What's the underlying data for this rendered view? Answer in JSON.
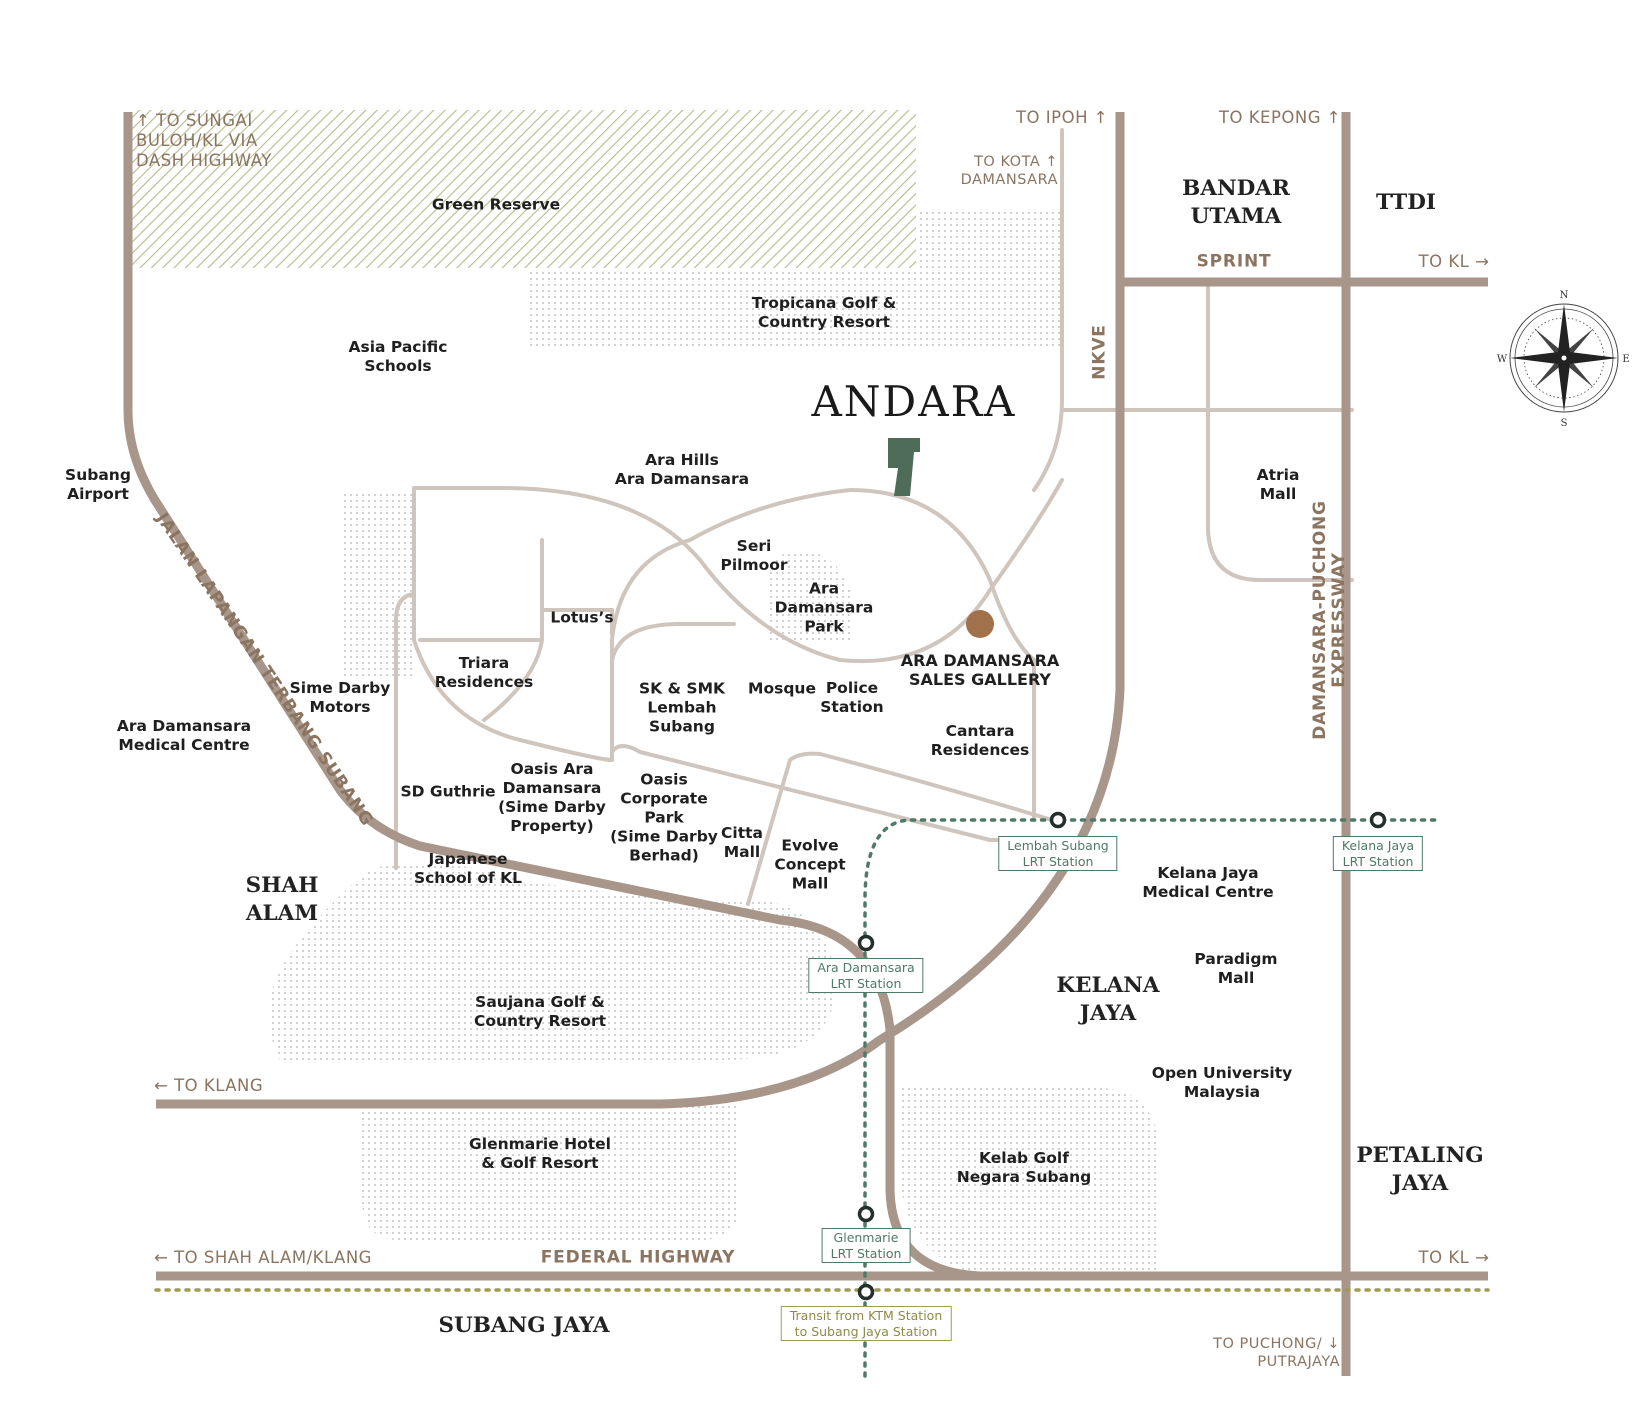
{
  "project_name": "ANDARA",
  "sales_gallery": "ARA DAMANSARA\nSALES GALLERY",
  "colors": {
    "road": "#a8968b",
    "minor_road": "#cfc5bd",
    "lrt_line": "#4f7a67",
    "ktm_line": "#a09a55",
    "green_reserve_hatch": "#b7ba8d",
    "dotted_area": "#c9c9c9",
    "project_block": "#4f6c59",
    "sales_gallery_dot": "#a0714b",
    "direction_text": "#8b7460"
  },
  "areas": {
    "bandar_utama": "BANDAR\nUTAMA",
    "ttdi": "TTDI",
    "shah_alam": "SHAH\nALAM",
    "kelana_jaya": "KELANA\nJAYA",
    "petaling_jaya": "PETALING\nJAYA",
    "subang_jaya": "SUBANG JAYA"
  },
  "directions": {
    "to_sungai_buloh": "↑ TO SUNGAI\n   BULOH/KL VIA\n   DASH HIGHWAY",
    "to_ipoh": "TO IPOH ↑",
    "to_kepong": "TO KEPONG ↑",
    "to_kota_damansara": "TO KOTA ↑\nDAMANSARA",
    "to_kl_sprint": "TO KL →",
    "to_klang": "← TO KLANG",
    "to_shah_alam_klang": "← TO SHAH ALAM/KLANG",
    "to_kl_federal": "TO KL →",
    "to_puchong": "TO PUCHONG/ ↓\nPUTRAJAYA"
  },
  "roads": {
    "nkve": "NKVE",
    "sprint": "SPRINT",
    "federal_highway": "FEDERAL HIGHWAY",
    "jalan_lapangan": "JALAN LAPANGAN TERBANG SUBANG",
    "damansara_puchong": "DAMANSARA-PUCHONG EXPRESSWAY"
  },
  "places": {
    "green_reserve": "Green Reserve",
    "tropicana_golf": "Tropicana Golf &\nCountry Resort",
    "asia_pacific_schools": "Asia Pacific\nSchools",
    "subang_airport": "Subang\nAirport",
    "ara_hills": "Ara Hills\nAra Damansara",
    "seri_pilmoor": "Seri\nPilmoor",
    "ara_damansara_park": "Ara\nDamansara\nPark",
    "lotus": "Lotus’s",
    "triara_residences": "Triara\nResidences",
    "sime_darby_motors": "Sime Darby\nMotors",
    "ara_damansara_medical": "Ara Damansara\nMedical Centre",
    "sk_smk": "SK & SMK\nLembah\nSubang",
    "mosque": "Mosque",
    "police_station": "Police\nStation",
    "cantara_residences": "Cantara\nResidences",
    "atria_mall": "Atria\nMall",
    "sd_guthrie": "SD Guthrie",
    "oasis_ara_damansara": "Oasis Ara\nDamansara\n(Sime Darby\nProperty)",
    "oasis_corporate_park": "Oasis\nCorporate\nPark\n(Sime Darby\nBerhad)",
    "citta_mall": "Citta\nMall",
    "evolve_concept_mall": "Evolve\nConcept\nMall",
    "japanese_school": "Japanese\nSchool of KL",
    "kelana_jaya_medical": "Kelana Jaya\nMedical Centre",
    "paradigm_mall": "Paradigm\nMall",
    "saujana_golf": "Saujana Golf &\nCountry Resort",
    "open_university": "Open University\nMalaysia",
    "glenmarie_hotel": "Glenmarie Hotel\n& Golf Resort",
    "kelab_golf": "Kelab Golf\nNegara Subang"
  },
  "stations": {
    "lembah_subang": "Lembah Subang\nLRT Station",
    "kelana_jaya": "Kelana Jaya\nLRT Station",
    "ara_damansara": "Ara Damansara\nLRT Station",
    "glenmarie": "Glenmarie\nLRT Station",
    "ktm_transit": "Transit from KTM Station\nto Subang Jaya Station"
  },
  "compass": {
    "n": "N",
    "e": "E",
    "s": "S",
    "w": "W"
  }
}
